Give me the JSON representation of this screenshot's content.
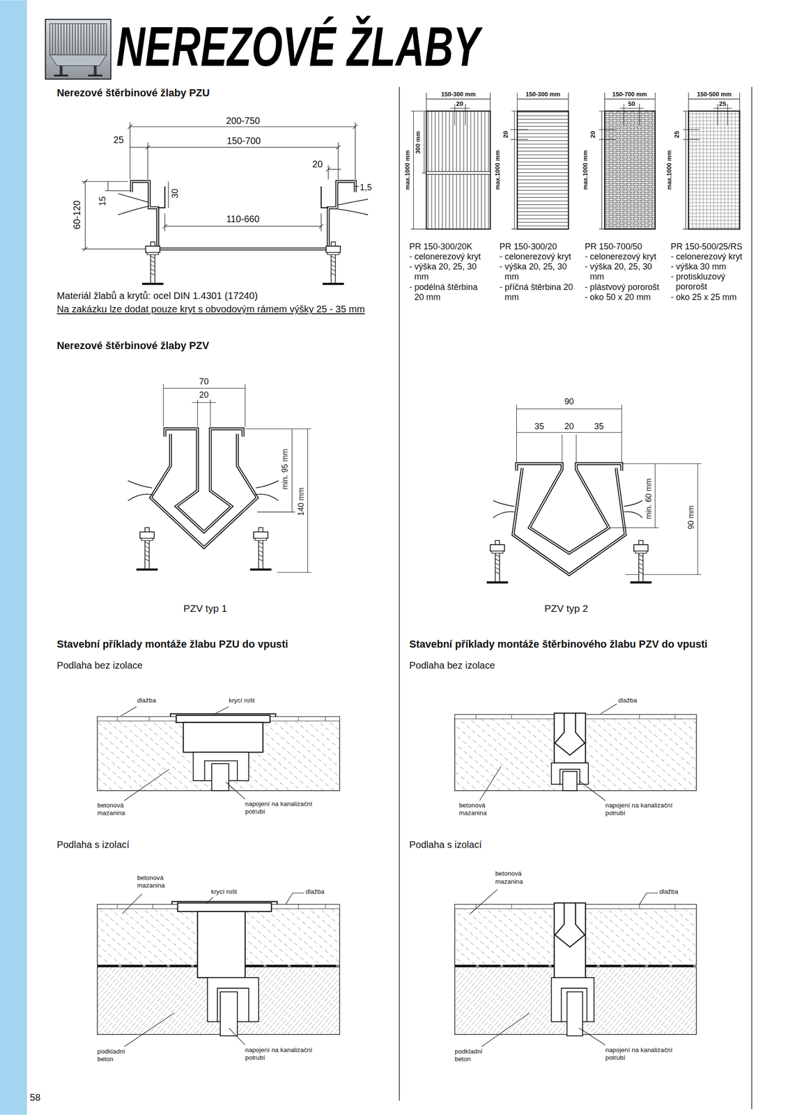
{
  "diagram": {
    "title": "NEREZOVÉ ŽLABY",
    "labels": [
      "Nerezové štěrbinové žlaby PZU",
      "200-750",
      "25",
      "150-700",
      "20",
      "15",
      "30",
      "1,5",
      "60-120",
      "110-660",
      "Materiál žlabů a krytů: ocel DIN 1.4301 (17240)",
      "Na zakázku lze dodat pouze kryt s obvodovým rámem výšky 25 - 35 mm",
      "150-300 mm",
      "20",
      "max.1000 mm",
      "300 mm",
      "150-300 mm",
      "20",
      "max.1000 mm",
      "150-700 mm",
      "50",
      "20",
      "max.1000 mm",
      "150-500 mm",
      "25",
      "25",
      "max.1000 mm",
      "PR 150-300/20K",
      "- celonerezový kryt",
      "- výška 20, 25, 30 mm",
      "- podélná štěrbina 20 mm",
      "PR 150-300/20",
      "- celonerezový kryt",
      "- výška 20, 25, 30 mm",
      "- příčná štěrbina 20 mm",
      "PR 150-700/50",
      "- celonerezový kryt",
      "- výška 20, 25, 30 mm",
      "- plástvový pororošt",
      "- oko 50 x 20 mm",
      "PR 150-500/25/RS",
      "- celonerezový kryt",
      "- výška 30 mm",
      "- protiskluzový pororošt",
      "- oko 25 x 25 mm",
      "Nerezové štěrbinové žlaby PZV",
      "70",
      "20",
      "min. 95 mm",
      "140 mm",
      "PZV typ 1",
      "90",
      "35",
      "20",
      "35",
      "min. 60 mm",
      "90 mm",
      "PZV typ 2",
      "Stavební příklady montáže žlabu PZU do vpusti",
      "Podlaha bez izolace",
      "dlažba",
      "krycí rošt",
      "betonová mazanina",
      "napojení na kanalizační potrubí",
      "Podlaha s izolací",
      "betonová mazanina",
      "krycí rošt",
      "dlažba",
      "podkladní beton",
      "napojení na kanalizační potrubí",
      "Stavební příklady montáže štěrbinového žlabu PZV do vpusti",
      "Podlaha bez izolace",
      "dlažba",
      "betonová mazanina",
      "napojení na kanalizační potrubí",
      "Podlaha s izolací",
      "betonová mazanina",
      "dlažba",
      "podkladní beton",
      "napojení na kanalizační potrubí",
      "58"
    ]
  }
}
